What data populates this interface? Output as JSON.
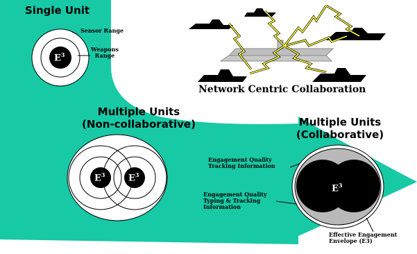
{
  "single_unit": {
    "title": "Single Unit",
    "sensor_range": "Sensor Range",
    "weapons_range": "Weapons Range",
    "e3": "E3"
  },
  "network": {
    "title": "Network Centric Collaboration"
  },
  "non_collab": {
    "title": "Multiple Units (Non-collaborative)",
    "title_line1": "Multiple Units",
    "title_line2": "(Non-collaborative)",
    "e3": "E3"
  },
  "collab": {
    "title_line1": "Multiple Units",
    "title_line2": "(Collaborative)",
    "e3": "E3",
    "tracking_label_line1": "Engagement Quality",
    "tracking_label_line2": "Tracking Information",
    "typing_label_line1": "Engagement Quality",
    "typing_label_line2": "Typing & Tracking",
    "typing_label_line3": "Information",
    "envelope_label_line1": "Effective Engagement",
    "envelope_label_line2": "Envelope (E3)"
  },
  "colors": {
    "arrow": "#18c9a6",
    "collab_ring": "#b9b9b9",
    "black": "#000000",
    "bolt": "#ffff3a"
  }
}
